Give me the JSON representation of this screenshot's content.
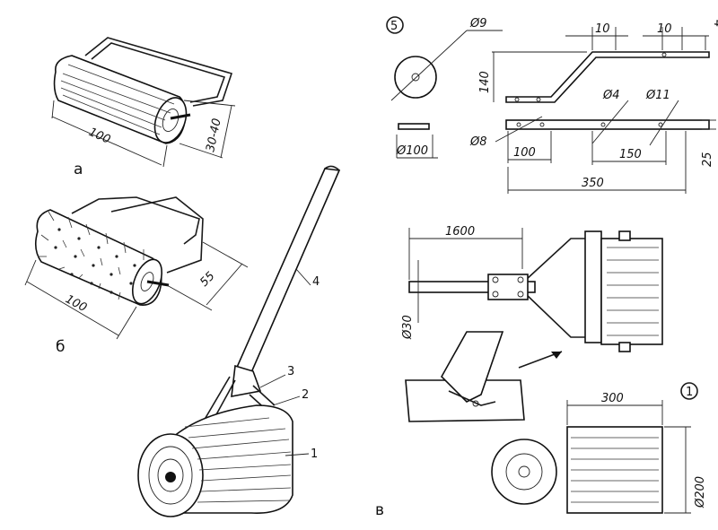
{
  "views": {
    "a": {
      "label": "а",
      "dim_length": "100",
      "dim_diameter": "30-40"
    },
    "b": {
      "label": "б",
      "dim_length": "100",
      "dim_spike": "55"
    },
    "c": {
      "label": "в",
      "callouts": [
        "1",
        "2",
        "3",
        "4"
      ]
    }
  },
  "part5": {
    "number": "5",
    "dims": [
      "Ø9",
      "10",
      "10",
      "4",
      "140",
      "Ø4",
      "Ø11",
      "Ø8",
      "100",
      "150",
      "25",
      "350",
      "Ø100"
    ]
  },
  "assembly": {
    "dims": [
      "1600",
      "Ø30"
    ]
  },
  "part1": {
    "number": "1",
    "dims": [
      "300",
      "Ø200"
    ]
  }
}
